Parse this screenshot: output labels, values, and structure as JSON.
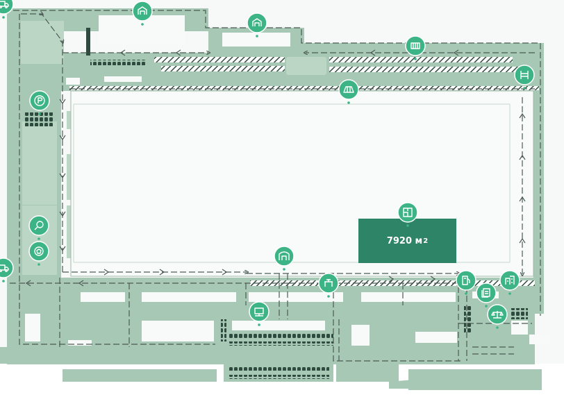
{
  "colors": {
    "background": "#f6f9f7",
    "land": "#a7c8b4",
    "land_light": "#bcd6c5",
    "building": "#f7faf8",
    "highlight": "#2e8466",
    "marker": "#3cb486",
    "marker_icon": "#ffffff",
    "road_dash": "#4b5a53",
    "hatch": "#2f4a3f"
  },
  "highlighted_area": {
    "value": "7920",
    "unit": "м",
    "unit_power": "2"
  },
  "markers": [
    {
      "id": "warehouse-top-1",
      "icon": "warehouse-icon"
    },
    {
      "id": "warehouse-top-2",
      "icon": "warehouse-icon"
    },
    {
      "id": "container",
      "icon": "container-icon"
    },
    {
      "id": "shelving",
      "icon": "shelving-icon"
    },
    {
      "id": "loading-ramp",
      "icon": "loading-ramp-icon"
    },
    {
      "id": "parking",
      "icon": "parking-icon"
    },
    {
      "id": "search",
      "icon": "search-icon"
    },
    {
      "id": "sport-ball",
      "icon": "ball-icon"
    },
    {
      "id": "truck-left",
      "icon": "truck-icon"
    },
    {
      "id": "corner-top-left",
      "icon": "truck-icon"
    },
    {
      "id": "gate",
      "icon": "gate-icon"
    },
    {
      "id": "cafe",
      "icon": "cafe-icon"
    },
    {
      "id": "canteen",
      "icon": "canteen-icon"
    },
    {
      "id": "fuel",
      "icon": "fuel-pump-icon"
    },
    {
      "id": "office",
      "icon": "office-icon"
    },
    {
      "id": "documents",
      "icon": "documents-icon"
    },
    {
      "id": "weighing",
      "icon": "scales-icon"
    },
    {
      "id": "floor-plan",
      "icon": "floor-plan-icon"
    }
  ]
}
